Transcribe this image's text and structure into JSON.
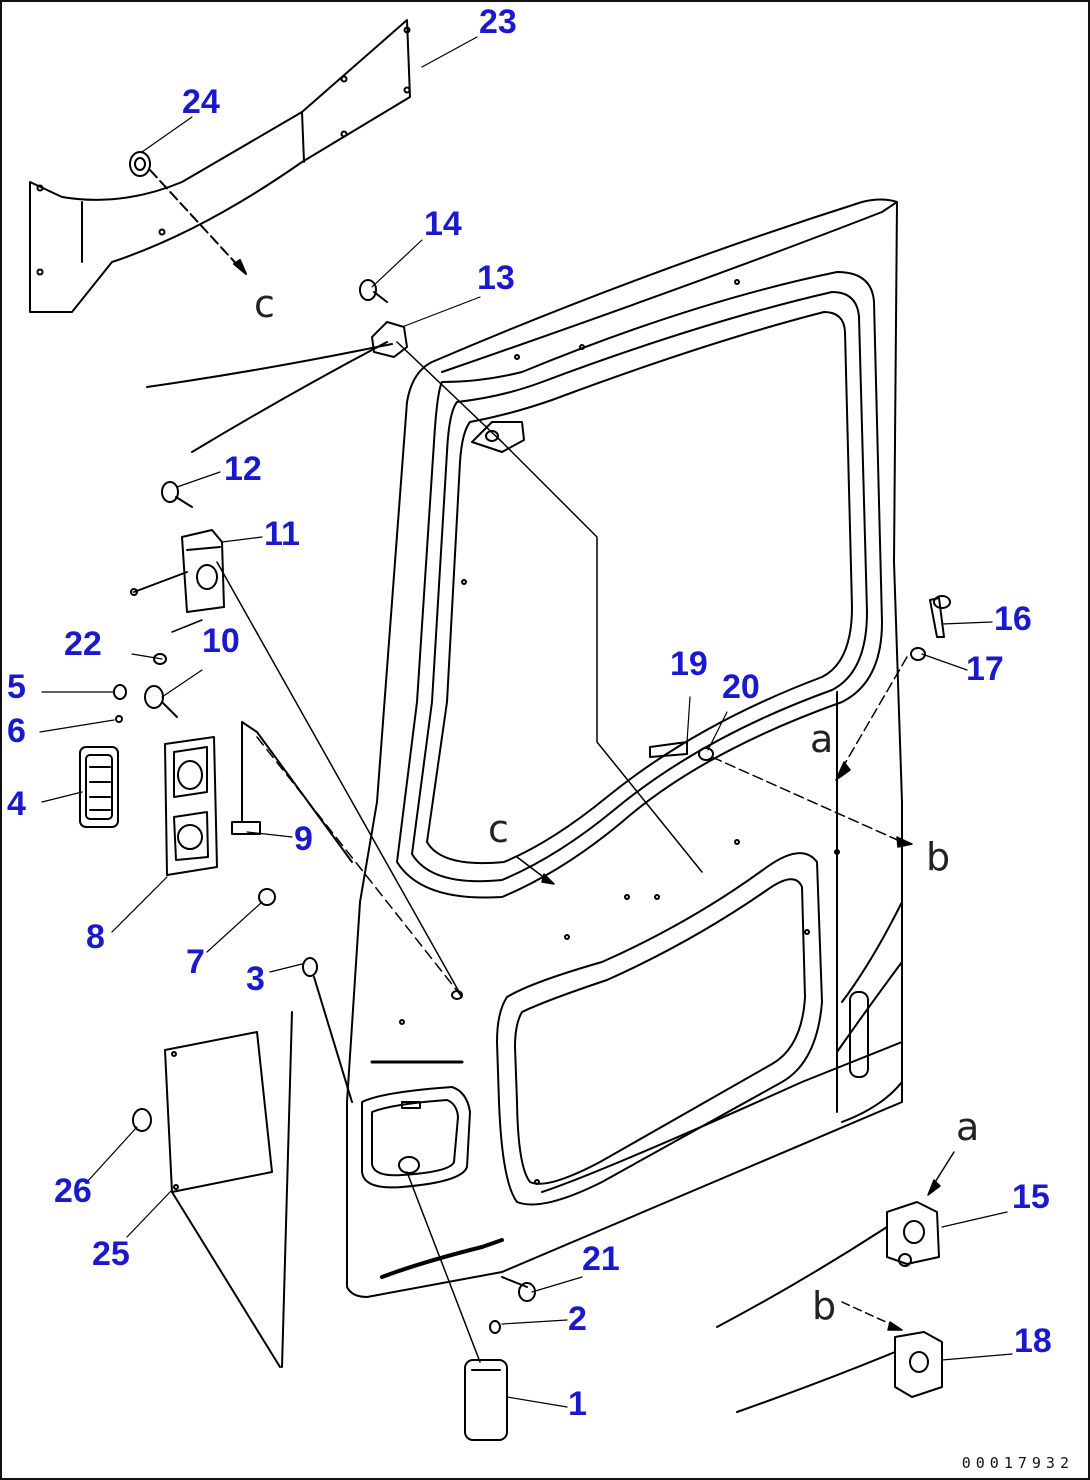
{
  "diagram": {
    "drawing_number": "00017932",
    "line_color": "#000000",
    "callout_color": "#1a1acc",
    "callouts": {
      "c1": "1",
      "c2": "2",
      "c3": "3",
      "c4": "4",
      "c5": "5",
      "c6": "6",
      "c7": "7",
      "c8": "8",
      "c9": "9",
      "c10": "10",
      "c11": "11",
      "c12": "12",
      "c13": "13",
      "c14": "14",
      "c15": "15",
      "c16": "16",
      "c17": "17",
      "c18": "18",
      "c19": "19",
      "c20": "20",
      "c21": "21",
      "c22": "22",
      "c23": "23",
      "c24": "24",
      "c25": "25",
      "c26": "26"
    },
    "references": {
      "a_top": "a",
      "a_bottom": "a",
      "b_right": "b",
      "b_bottom": "b",
      "c_top": "c",
      "c_middle": "c"
    }
  }
}
